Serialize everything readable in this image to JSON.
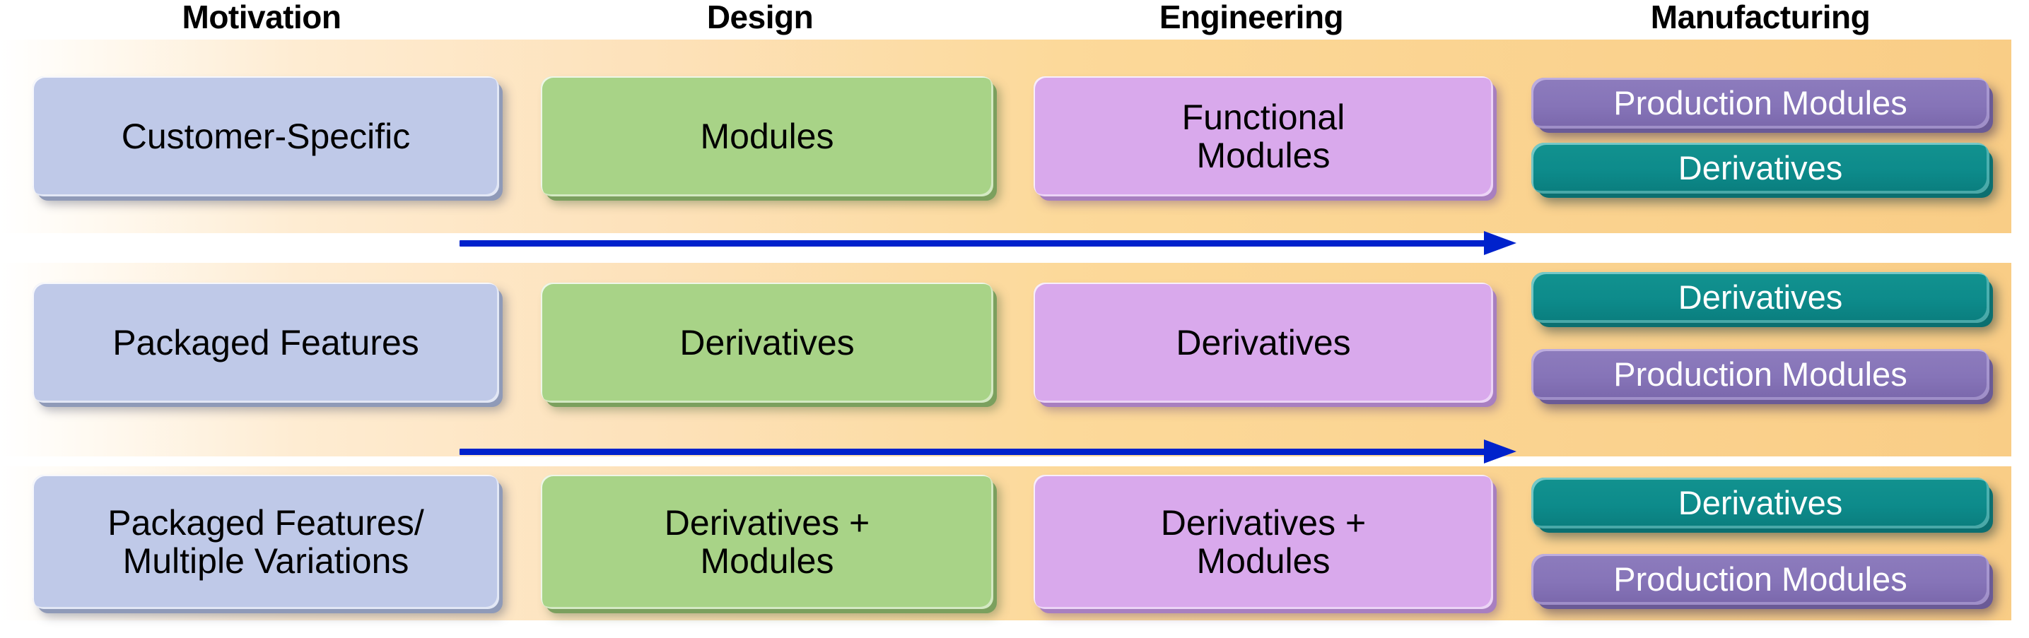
{
  "headers": [
    {
      "label": "Motivation"
    },
    {
      "label": "Design"
    },
    {
      "label": "Engineering"
    },
    {
      "label": "Manufacturing"
    }
  ],
  "rows": [
    {
      "motivation": "Customer-Specific",
      "design": "Modules",
      "engineering": "Functional\nModules",
      "manufacturing": [
        {
          "label": "Production Modules",
          "style": "plum"
        },
        {
          "label": "Derivatives",
          "style": "teal"
        }
      ]
    },
    {
      "motivation": "Packaged Features",
      "design": "Derivatives",
      "engineering": "Derivatives",
      "manufacturing": [
        {
          "label": "Derivatives",
          "style": "teal"
        },
        {
          "label": "Production Modules",
          "style": "plum"
        }
      ]
    },
    {
      "motivation": "Packaged Features/\nMultiple Variations",
      "design": "Derivatives +\nModules",
      "engineering": "Derivatives +\nModules",
      "manufacturing": [
        {
          "label": "Derivatives",
          "style": "teal"
        },
        {
          "label": "Production Modules",
          "style": "plum"
        }
      ]
    }
  ],
  "arrows": [
    {
      "name": "flow-arrow-row1-to-row2"
    },
    {
      "name": "flow-arrow-row2-to-row3"
    }
  ],
  "colors": {
    "band_orange": "#fcd99a",
    "motivation_box": "#bfc9e8",
    "design_box": "#a8d387",
    "engineering_box": "#d9a9ec",
    "derivatives_box": "#0d8b8b",
    "production_modules_box": "#8674b8",
    "arrow": "#0022cc",
    "header_text": "#000000",
    "dark_box_text": "#ffffff"
  }
}
